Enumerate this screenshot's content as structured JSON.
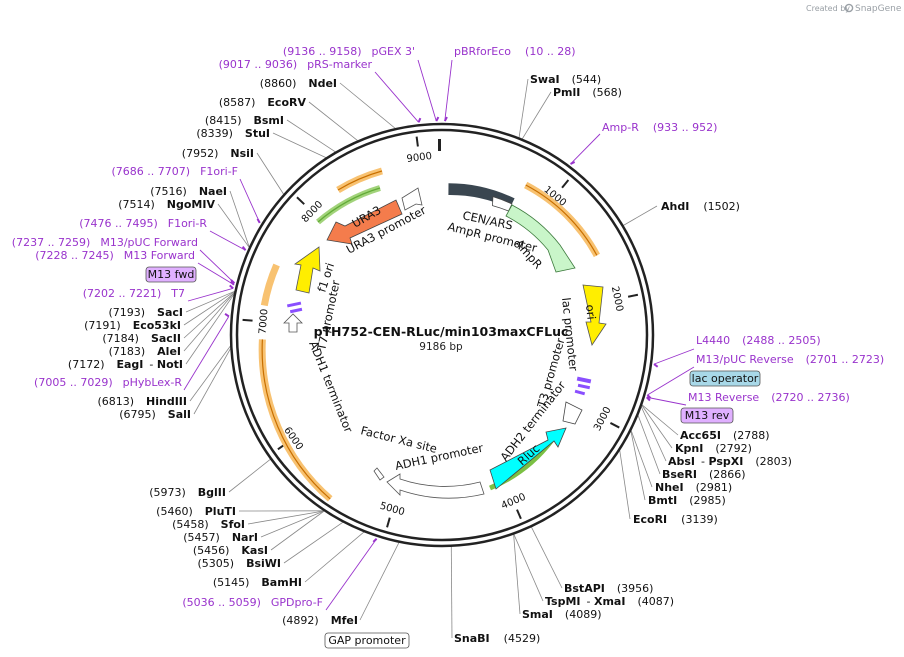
{
  "credit": {
    "prefix": "Created by",
    "brand": "SnapGene"
  },
  "plasmid": {
    "name": "pTH752-CEN-RLuc/min103maxCFLuc",
    "length": "9186 bp",
    "total_bp": 9186
  },
  "colors": {
    "purple": "#9933cc",
    "dark": "#1a1a1a",
    "feature_orange": "#f5a623",
    "ori_yellow": "#ffee00",
    "ampr_green": "#c8f2c8",
    "cen_gray": "#3a4650",
    "rluc_cyan": "#00ffff",
    "ura3_orange": "#f47c4c"
  },
  "ticks": [
    {
      "bp": 1000,
      "label": "1000"
    },
    {
      "bp": 2000,
      "label": "2000"
    },
    {
      "bp": 3000,
      "label": "3000"
    },
    {
      "bp": 4000,
      "label": "4000"
    },
    {
      "bp": 5000,
      "label": "5000"
    },
    {
      "bp": 6000,
      "label": "6000"
    },
    {
      "bp": 7000,
      "label": "7000"
    },
    {
      "bp": 8000,
      "label": "8000"
    },
    {
      "bp": 9000,
      "label": "9000"
    }
  ],
  "sites": [
    {
      "name": "SwaI",
      "pos": "(544)",
      "bp": 544
    },
    {
      "name": "PmlI",
      "pos": "(568)",
      "bp": 568
    },
    {
      "name": "AhdI",
      "pos": "(1502)",
      "bp": 1502
    },
    {
      "name": "Acc65I",
      "pos": "(2788)",
      "bp": 2788
    },
    {
      "name": "KpnI",
      "pos": "(2792)",
      "bp": 2792
    },
    {
      "name": "AbsI",
      "mid": "PspXI",
      "pos": "(2803)",
      "bp": 2803
    },
    {
      "name": "BseRI",
      "pos": "(2866)",
      "bp": 2866
    },
    {
      "name": "NheI",
      "pos": "(2981)",
      "bp": 2981
    },
    {
      "name": "BmtI",
      "pos": "(2985)",
      "bp": 2985
    },
    {
      "name": "EcoRI",
      "pos": "(3139)",
      "bp": 3139
    },
    {
      "name": "BstAPI",
      "pos": "(3956)",
      "bp": 3956
    },
    {
      "name": "TspMI",
      "mid": "XmaI",
      "pos": "(4087)",
      "bp": 4087
    },
    {
      "name": "SmaI",
      "pos": "(4089)",
      "bp": 4089
    },
    {
      "name": "SnaBI",
      "pos": "(4529)",
      "bp": 4529
    },
    {
      "name": "MfeI",
      "pos": "(4892)",
      "bp": 4892
    },
    {
      "name": "BamHI",
      "pos": "(5145)",
      "bp": 5145
    },
    {
      "name": "BsiWI",
      "pos": "(5305)",
      "bp": 5305
    },
    {
      "name": "KasI",
      "pos": "(5456)",
      "bp": 5456
    },
    {
      "name": "NarI",
      "pos": "(5457)",
      "bp": 5457
    },
    {
      "name": "SfoI",
      "pos": "(5458)",
      "bp": 5458
    },
    {
      "name": "PluTI",
      "pos": "(5460)",
      "bp": 5460
    },
    {
      "name": "BglII",
      "pos": "(5973)",
      "bp": 5973
    },
    {
      "name": "SalI",
      "pos": "(6795)",
      "bp": 6795
    },
    {
      "name": "HindIII",
      "pos": "(6813)",
      "bp": 6813
    },
    {
      "name": "EagI",
      "mid": "NotI",
      "pos": "(7172)",
      "bp": 7172
    },
    {
      "name": "AleI",
      "pos": "(7183)",
      "bp": 7183
    },
    {
      "name": "SacII",
      "pos": "(7184)",
      "bp": 7184
    },
    {
      "name": "Eco53kI",
      "pos": "(7191)",
      "bp": 7191
    },
    {
      "name": "SacI",
      "pos": "(7193)",
      "bp": 7193
    },
    {
      "name": "NgoMIV",
      "pos": "(7514)",
      "bp": 7514
    },
    {
      "name": "NaeI",
      "pos": "(7516)",
      "bp": 7516
    },
    {
      "name": "NsiI",
      "pos": "(7952)",
      "bp": 7952
    },
    {
      "name": "StuI",
      "pos": "(8339)",
      "bp": 8339
    },
    {
      "name": "BsmI",
      "pos": "(8415)",
      "bp": 8415
    },
    {
      "name": "EcoRV",
      "pos": "(8587)",
      "bp": 8587
    },
    {
      "name": "NdeI",
      "pos": "(8860)",
      "bp": 8860
    }
  ],
  "primers": [
    {
      "name": "pGEX 3'",
      "range": "(9136 .. 9158)",
      "bp": 9147
    },
    {
      "name": "pBRforEco",
      "range": "(10 .. 28)",
      "bp": 19
    },
    {
      "name": "pRS-marker",
      "range": "(9017 .. 9036)",
      "bp": 9026
    },
    {
      "name": "Amp-R",
      "range": "(933 .. 952)",
      "bp": 942
    },
    {
      "name": "F1ori-F",
      "range": "(7686 .. 7707)",
      "bp": 7696
    },
    {
      "name": "F1ori-R",
      "range": "(7476 .. 7495)",
      "bp": 7485
    },
    {
      "name": "M13/pUC Forward",
      "range": "(7237 .. 7259)",
      "bp": 7248
    },
    {
      "name": "M13 Forward",
      "range": "(7228 .. 7245)",
      "bp": 7236
    },
    {
      "name": "T7",
      "range": "(7202 .. 7221)",
      "bp": 7211
    },
    {
      "name": "pHybLex-R",
      "range": "(7005 .. 7029)",
      "bp": 7017
    },
    {
      "name": "L4440",
      "range": "(2488 .. 2505)",
      "bp": 2496
    },
    {
      "name": "M13/pUC Reverse",
      "range": "(2701 .. 2723)",
      "bp": 2712
    },
    {
      "name": "M13 Reverse",
      "range": "(2720 .. 2736)",
      "bp": 2728
    },
    {
      "name": "GPDpro-F",
      "range": "(5036 .. 5059)",
      "bp": 5047
    }
  ],
  "boxed_labels": {
    "m13_fwd": "M13 fwd",
    "lac_operator": "lac operator",
    "m13_rev": "M13 rev",
    "gap_promoter": "GAP promoter"
  },
  "features": {
    "cen_ars": "CEN/ARS",
    "ampr_promoter": "AmpR promoter",
    "ampr": "AmpR",
    "ori": "ori",
    "lac_promoter": "lac promoter",
    "t3_promoter": "T3 promoter",
    "adh2_terminator": "ADH2 terminator",
    "rluc": "Rluc",
    "adh1_promoter": "ADH1 promoter",
    "factor_xa": "Factor Xa site",
    "adh1_terminator": "ADH1 terminator",
    "t7_promoter": "T7 promoter",
    "f1_ori": "f1 ori",
    "ura3": "URA3",
    "ura3_promoter": "URA3 promoter"
  }
}
